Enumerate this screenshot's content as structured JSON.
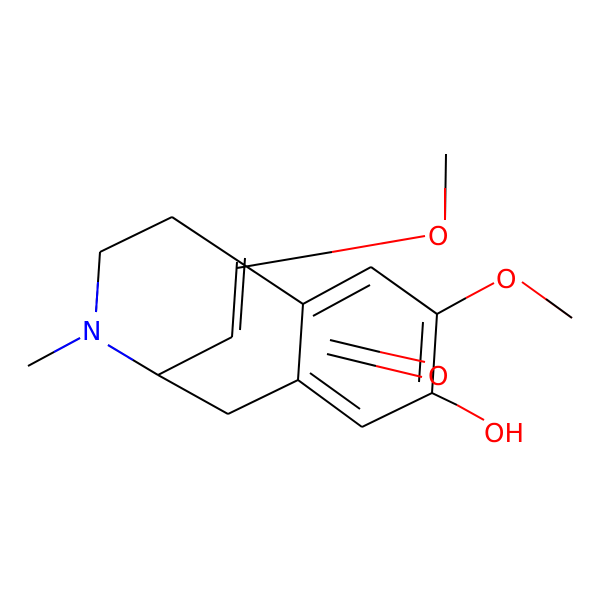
{
  "molecule": {
    "atoms": {
      "N": {
        "text": "N",
        "color": "#0000ff"
      },
      "O1": {
        "text": "O",
        "color": "#ff0000"
      },
      "O2": {
        "text": "O",
        "color": "#ff0000"
      },
      "O3": {
        "text": "O",
        "color": "#ff0000"
      },
      "OH": {
        "text": "OH",
        "color": "#ff0000"
      }
    },
    "bond_color": "#000000"
  }
}
